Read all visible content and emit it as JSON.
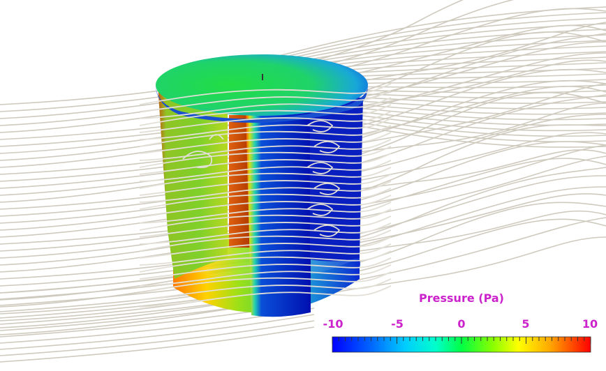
{
  "scene": {
    "description_icon": "streamlines-around-rotor",
    "background": "#ffffff",
    "streamline_color": "#d9d5cc"
  },
  "legend": {
    "title": "Pressure (Pa)",
    "ticks": [
      "-10",
      "-5",
      "0",
      "5",
      "10"
    ],
    "range": [
      -10,
      10
    ],
    "text_color": "#cc22cc",
    "colormap": [
      "#0000ff",
      "#00aaff",
      "#00ffcc",
      "#00dd33",
      "#88ee00",
      "#ffff00",
      "#ffaa00",
      "#ff3300",
      "#ff0000"
    ]
  }
}
